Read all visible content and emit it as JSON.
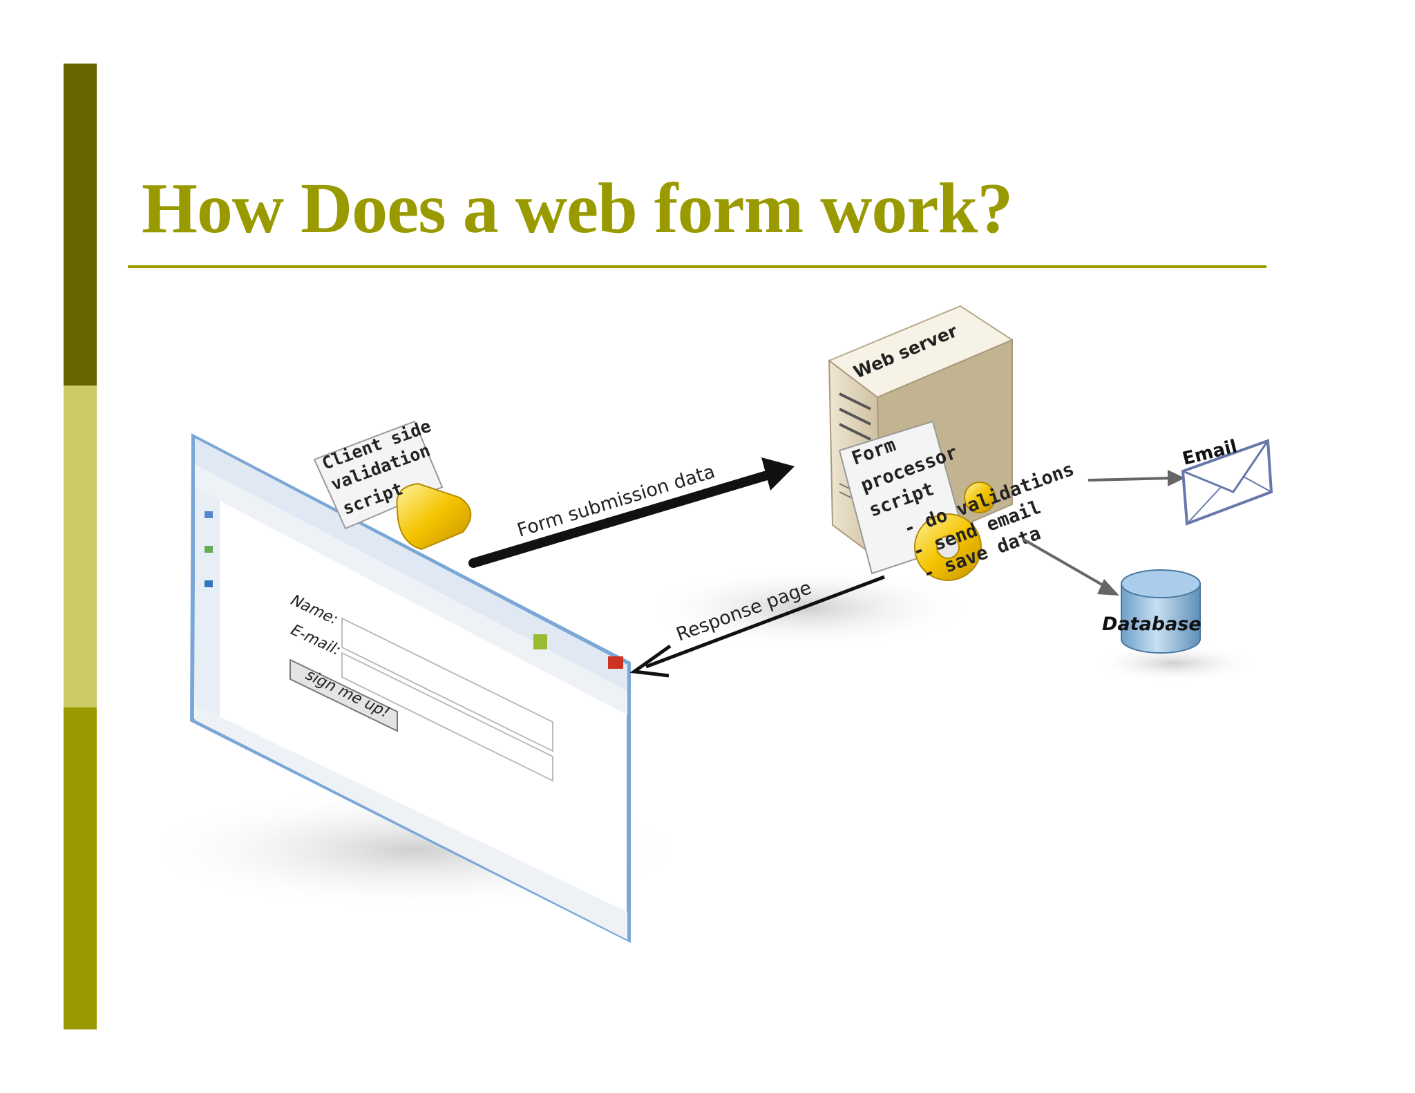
{
  "slide": {
    "title": "How Does a web form work?"
  },
  "diagram": {
    "client_script_label": [
      "Client side",
      "validation",
      "script"
    ],
    "form_submission_label": "Form submission data",
    "response_label": "Response page",
    "server_label": "Web server",
    "form_processor_label": [
      "Form",
      "processor",
      "script"
    ],
    "processor_actions": [
      "- do validations",
      "- send email",
      "- save data"
    ],
    "email_label": "Email",
    "database_label": "Database",
    "browser_form": {
      "name_label": "Name:",
      "email_label": "E-mail:",
      "button_label": "sign me up!"
    }
  },
  "colors": {
    "accent": "#999900",
    "bar_top": "#666600",
    "bar_mid": "#cccc66",
    "bar_bot": "#999900"
  }
}
